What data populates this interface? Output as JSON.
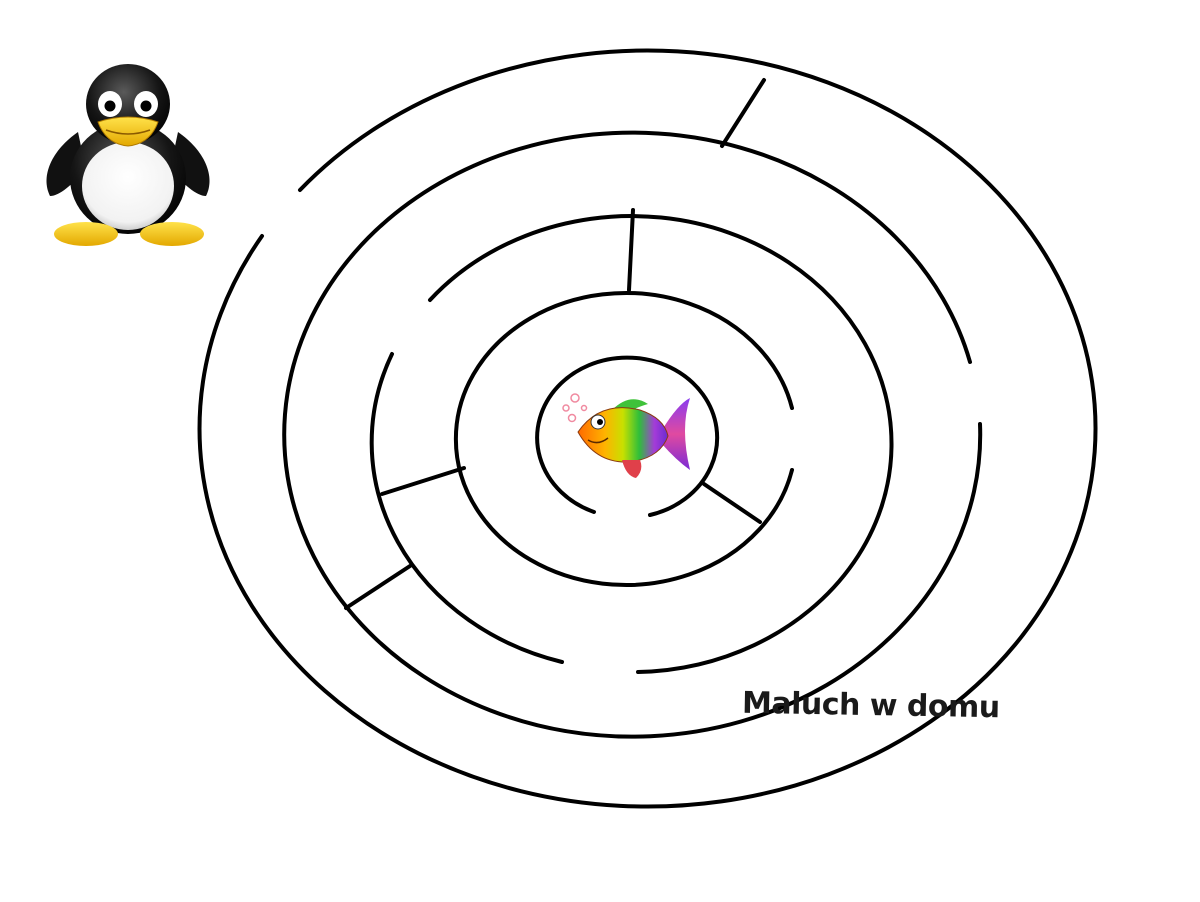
{
  "puzzle": {
    "type": "circular-maze",
    "start_character": "penguin",
    "goal_character": "fish"
  },
  "colors": {
    "maze_lines": "#000000",
    "background": "#ffffff",
    "penguin_body": "#111111",
    "penguin_belly": "#ffffff",
    "penguin_beak": "#f5c400",
    "fish_gradient": [
      "#ff7a00",
      "#f4e500",
      "#37c12f",
      "#7a2bd6"
    ]
  },
  "watermark": {
    "text": "Maluch w domu"
  }
}
